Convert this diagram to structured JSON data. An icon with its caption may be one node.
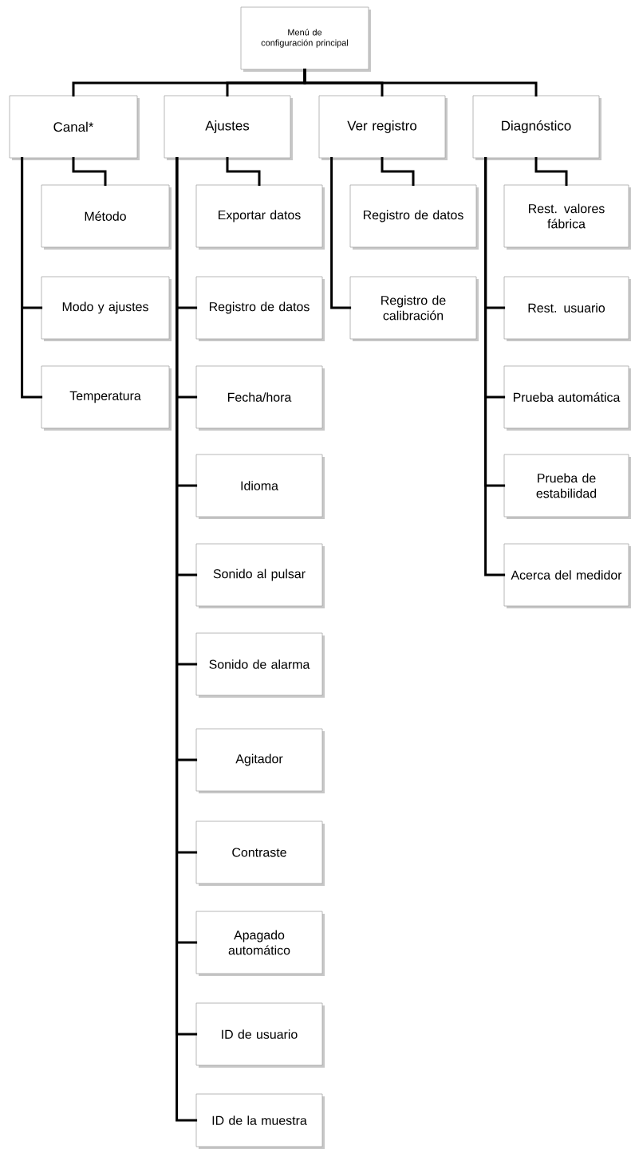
{
  "diagram": {
    "nodes": [
      {
        "text": [
          "Menú de configuración principal"
        ]
      },
      {
        "text": [
          "Canal*"
        ]
      },
      {
        "text": [
          "Ajustes"
        ]
      },
      {
        "text": [
          "Ver registro"
        ]
      },
      {
        "text": [
          "Diagnóstico"
        ]
      },
      {
        "text": [
          "Método"
        ]
      },
      {
        "text": [
          "Modo y ajustes"
        ]
      },
      {
        "text": [
          "Temperatura"
        ]
      },
      {
        "text": [
          "Exportar datos"
        ]
      },
      {
        "text": [
          "Registro de datos"
        ]
      },
      {
        "text": [
          "Fecha/hora"
        ]
      },
      {
        "text": [
          "Idioma"
        ]
      },
      {
        "text": [
          "Sonido al pulsar"
        ]
      },
      {
        "text": [
          "Sonido de alarma"
        ]
      },
      {
        "text": [
          "Agitador"
        ]
      },
      {
        "text": [
          "Contraste"
        ]
      },
      {
        "text": [
          "Apagado automático"
        ]
      },
      {
        "text": [
          "ID de usuario"
        ]
      },
      {
        "text": [
          "ID de la muestra"
        ]
      },
      {
        "text": [
          "Registro de datos"
        ]
      },
      {
        "text": [
          "Registro de calibración"
        ]
      },
      {
        "text": [
          "Rest. valores fábrica"
        ]
      },
      {
        "text": [
          "Rest. usuario"
        ]
      },
      {
        "text": [
          "Prueba automática"
        ]
      },
      {
        "text": [
          "Prueba de estabilidad"
        ]
      },
      {
        "text": [
          "Acerca del medidor"
        ]
      }
    ],
    "edges": [
      {
        "from": 0,
        "to": 1,
        "arrow": "none"
      },
      {
        "from": 0,
        "to": 2,
        "arrow": "none"
      },
      {
        "from": 0,
        "to": 3,
        "arrow": "none"
      },
      {
        "from": 0,
        "to": 4,
        "arrow": "none"
      },
      {
        "from": 1,
        "to": 5,
        "arrow": "none"
      },
      {
        "from": 1,
        "to": 6,
        "arrow": "none"
      },
      {
        "from": 1,
        "to": 7,
        "arrow": "none"
      },
      {
        "from": 2,
        "to": 8,
        "arrow": "none"
      },
      {
        "from": 2,
        "to": 9,
        "arrow": "none"
      },
      {
        "from": 2,
        "to": 10,
        "arrow": "none"
      },
      {
        "from": 2,
        "to": 11,
        "arrow": "none"
      },
      {
        "from": 2,
        "to": 12,
        "arrow": "none"
      },
      {
        "from": 2,
        "to": 13,
        "arrow": "none"
      },
      {
        "from": 2,
        "to": 14,
        "arrow": "none"
      },
      {
        "from": 2,
        "to": 15,
        "arrow": "none"
      },
      {
        "from": 2,
        "to": 16,
        "arrow": "none"
      },
      {
        "from": 2,
        "to": 17,
        "arrow": "none"
      },
      {
        "from": 2,
        "to": 18,
        "arrow": "none"
      },
      {
        "from": 3,
        "to": 19,
        "arrow": "none"
      },
      {
        "from": 3,
        "to": 20,
        "arrow": "none"
      },
      {
        "from": 4,
        "to": 21,
        "arrow": "none"
      },
      {
        "from": 4,
        "to": 22,
        "arrow": "none"
      },
      {
        "from": 4,
        "to": 23,
        "arrow": "none"
      },
      {
        "from": 4,
        "to": 24,
        "arrow": "none"
      },
      {
        "from": 4,
        "to": 25,
        "arrow": "none"
      }
    ]
  }
}
